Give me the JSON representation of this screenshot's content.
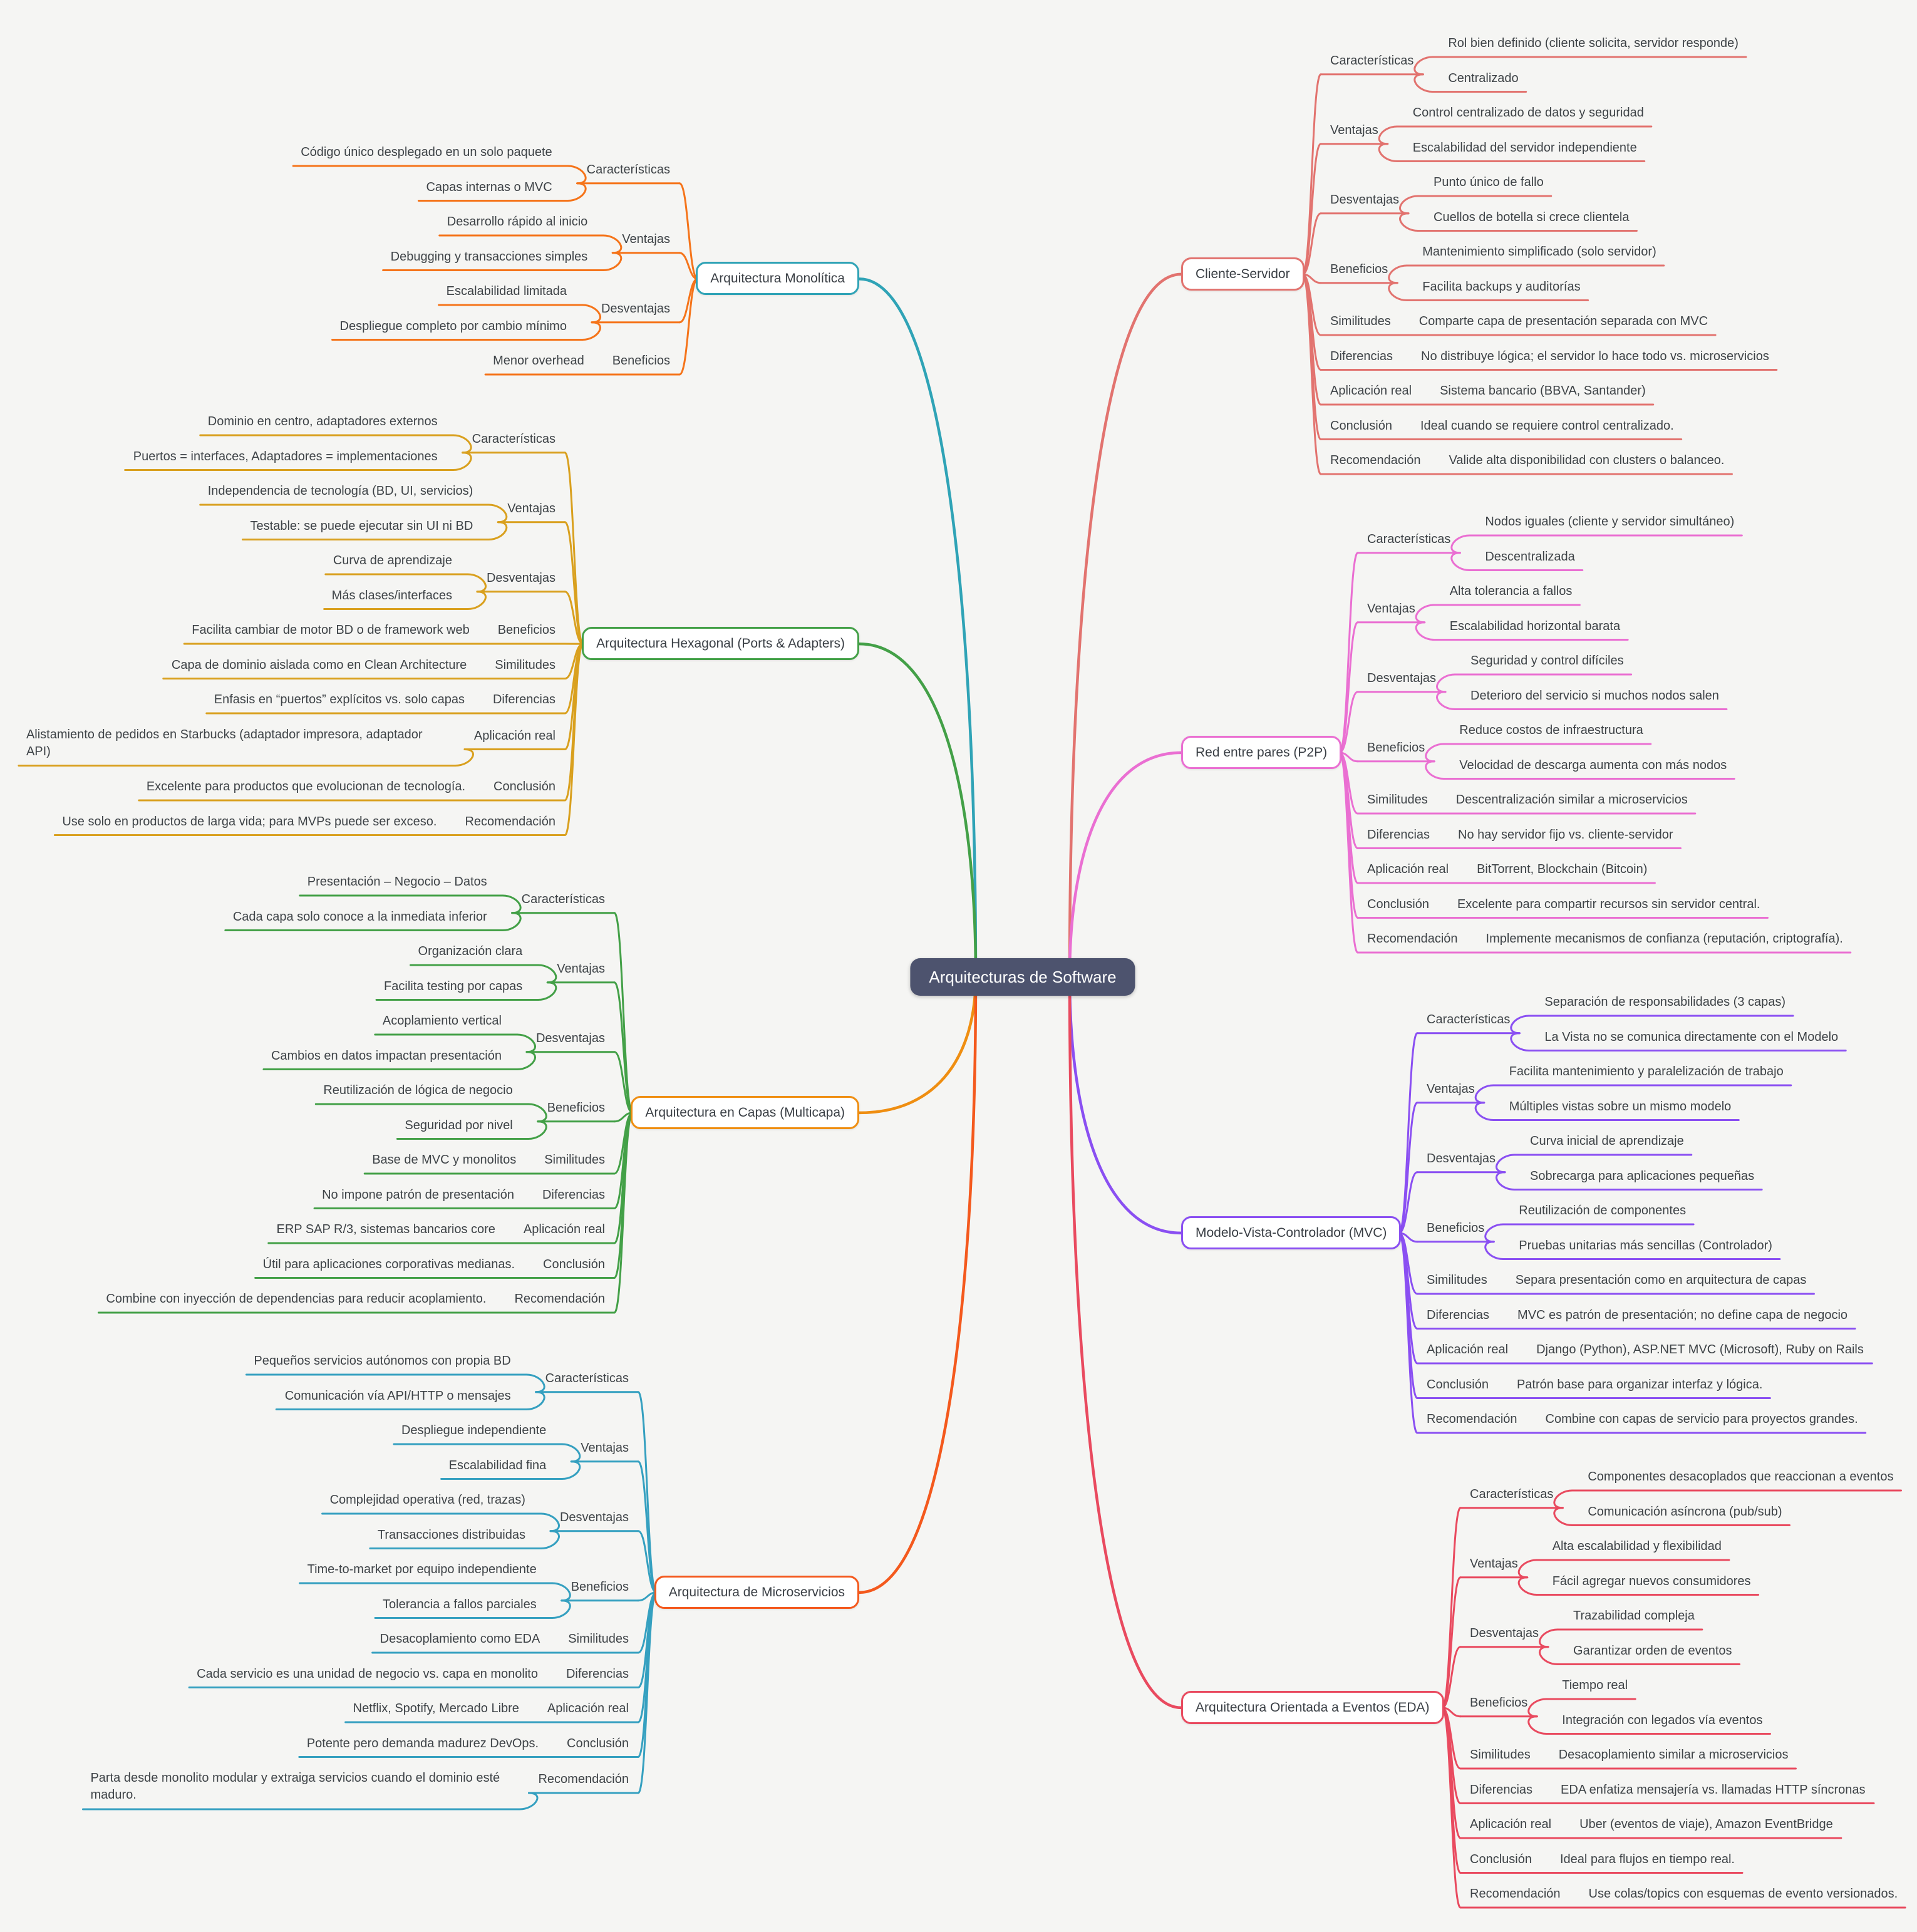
{
  "background_color": "#f5f5f3",
  "center": {
    "label": "Arquitecturas de Software",
    "bg_color": "#4d536e",
    "text_color": "#ffffff"
  },
  "branches": [
    {
      "id": "monolitica",
      "label": "Arquitectura Monolítica",
      "side": "left",
      "color": "#2fa3b6",
      "child_color": "#f5741a",
      "categories": [
        {
          "label": "Características",
          "items": [
            "Código único desplegado en un solo paquete",
            "Capas internas o MVC"
          ]
        },
        {
          "label": "Ventajas",
          "items": [
            "Desarrollo rápido al inicio",
            "Debugging y transacciones simples"
          ]
        },
        {
          "label": "Desventajas",
          "items": [
            "Escalabilidad limitada",
            "Despliegue completo por cambio mínimo"
          ]
        },
        {
          "label": "Beneficios",
          "items": [
            "Menor overhead"
          ]
        }
      ]
    },
    {
      "id": "hexagonal",
      "label": "Arquitectura Hexagonal (Ports & Adapters)",
      "side": "left",
      "color": "#43a047",
      "child_color": "#d9a01e",
      "categories": [
        {
          "label": "Características",
          "items": [
            "Dominio en centro, adaptadores externos",
            "Puertos = interfaces, Adaptadores = implementaciones"
          ]
        },
        {
          "label": "Ventajas",
          "items": [
            "Independencia de tecnología (BD, UI, servicios)",
            "Testable: se puede ejecutar sin UI ni BD"
          ]
        },
        {
          "label": "Desventajas",
          "items": [
            "Curva de aprendizaje",
            "Más clases/interfaces"
          ]
        },
        {
          "label": "Beneficios",
          "items": [
            "Facilita cambiar de motor BD o de framework web"
          ]
        },
        {
          "label": "Similitudes",
          "items": [
            "Capa de dominio aislada como en Clean Architecture"
          ]
        },
        {
          "label": "Diferencias",
          "items": [
            "Enfasis en “puertos” explícitos vs. solo capas"
          ]
        },
        {
          "label": "Aplicación real",
          "items": [
            "Alistamiento de pedidos en Starbucks (adaptador impresora, adaptador API)"
          ]
        },
        {
          "label": "Conclusión",
          "items": [
            "Excelente para productos que evolucionan de tecnología."
          ]
        },
        {
          "label": "Recomendación",
          "items": [
            "Use solo en productos de larga vida; para MVPs puede ser exceso."
          ]
        }
      ]
    },
    {
      "id": "capas",
      "label": "Arquitectura en Capas (Multicapa)",
      "side": "left",
      "color": "#ef8e11",
      "child_color": "#43a047",
      "categories": [
        {
          "label": "Características",
          "items": [
            "Presentación – Negocio – Datos",
            "Cada capa solo conoce a la inmediata inferior"
          ]
        },
        {
          "label": "Ventajas",
          "items": [
            "Organización clara",
            "Facilita testing por capas"
          ]
        },
        {
          "label": "Desventajas",
          "items": [
            "Acoplamiento vertical",
            "Cambios en datos impactan presentación"
          ]
        },
        {
          "label": "Beneficios",
          "items": [
            "Reutilización de lógica de negocio",
            "Seguridad por nivel"
          ]
        },
        {
          "label": "Similitudes",
          "items": [
            "Base de MVC y monolitos"
          ]
        },
        {
          "label": "Diferencias",
          "items": [
            "No impone patrón de presentación"
          ]
        },
        {
          "label": "Aplicación real",
          "items": [
            "ERP SAP R/3, sistemas bancarios core"
          ]
        },
        {
          "label": "Conclusión",
          "items": [
            "Útil para aplicaciones corporativas medianas."
          ]
        },
        {
          "label": "Recomendación",
          "items": [
            "Combine con inyección de dependencias para reducir acoplamiento."
          ]
        }
      ]
    },
    {
      "id": "microservicios",
      "label": "Arquitectura de Microservicios",
      "side": "left",
      "color": "#f4591d",
      "child_color": "#35a0c0",
      "categories": [
        {
          "label": "Características",
          "items": [
            "Pequeños servicios autónomos con propia BD",
            "Comunicación vía API/HTTP o mensajes"
          ]
        },
        {
          "label": "Ventajas",
          "items": [
            "Despliegue independiente",
            "Escalabilidad fina"
          ]
        },
        {
          "label": "Desventajas",
          "items": [
            "Complejidad operativa (red, trazas)",
            "Transacciones distribuidas"
          ]
        },
        {
          "label": "Beneficios",
          "items": [
            "Time-to-market por equipo independiente",
            "Tolerancia a fallos parciales"
          ]
        },
        {
          "label": "Similitudes",
          "items": [
            "Desacoplamiento como EDA"
          ]
        },
        {
          "label": "Diferencias",
          "items": [
            "Cada servicio es una unidad de negocio vs. capa en monolito"
          ]
        },
        {
          "label": "Aplicación real",
          "items": [
            "Netflix, Spotify, Mercado Libre"
          ]
        },
        {
          "label": "Conclusión",
          "items": [
            "Potente pero demanda madurez DevOps."
          ]
        },
        {
          "label": "Recomendación",
          "items": [
            "Parta desde monolito modular y extraiga servicios cuando el dominio esté maduro."
          ]
        }
      ]
    },
    {
      "id": "cliente-servidor",
      "label": "Cliente-Servidor",
      "side": "right",
      "color": "#e2736f",
      "child_color": "#e2736f",
      "categories": [
        {
          "label": "Características",
          "items": [
            "Rol bien definido (cliente solicita, servidor responde)",
            "Centralizado"
          ]
        },
        {
          "label": "Ventajas",
          "items": [
            "Control centralizado de datos y seguridad",
            "Escalabilidad del servidor independiente"
          ]
        },
        {
          "label": "Desventajas",
          "items": [
            "Punto único de fallo",
            "Cuellos de botella si crece clientela"
          ]
        },
        {
          "label": "Beneficios",
          "items": [
            "Mantenimiento simplificado (solo servidor)",
            "Facilita backups y auditorías"
          ]
        },
        {
          "label": "Similitudes",
          "items": [
            "Comparte capa de presentación separada con MVC"
          ]
        },
        {
          "label": "Diferencias",
          "items": [
            "No distribuye lógica; el servidor lo hace todo vs. microservicios"
          ]
        },
        {
          "label": "Aplicación real",
          "items": [
            "Sistema bancario (BBVA, Santander)"
          ]
        },
        {
          "label": "Conclusión",
          "items": [
            "Ideal cuando se requiere control centralizado."
          ]
        },
        {
          "label": "Recomendación",
          "items": [
            "Valide alta disponibilidad con clusters o balanceo."
          ]
        }
      ]
    },
    {
      "id": "p2p",
      "label": "Red entre pares (P2P)",
      "side": "right",
      "color": "#ea6fd2",
      "child_color": "#ea6fd2",
      "categories": [
        {
          "label": "Características",
          "items": [
            "Nodos iguales (cliente y servidor simultáneo)",
            "Descentralizada"
          ]
        },
        {
          "label": "Ventajas",
          "items": [
            "Alta tolerancia a fallos",
            "Escalabilidad horizontal barata"
          ]
        },
        {
          "label": "Desventajas",
          "items": [
            "Seguridad y control difíciles",
            "Deterioro del servicio si muchos nodos salen"
          ]
        },
        {
          "label": "Beneficios",
          "items": [
            "Reduce costos de infraestructura",
            "Velocidad de descarga aumenta con más nodos"
          ]
        },
        {
          "label": "Similitudes",
          "items": [
            "Descentralización similar a microservicios"
          ]
        },
        {
          "label": "Diferencias",
          "items": [
            "No hay servidor fijo vs. cliente-servidor"
          ]
        },
        {
          "label": "Aplicación real",
          "items": [
            "BitTorrent, Blockchain (Bitcoin)"
          ]
        },
        {
          "label": "Conclusión",
          "items": [
            "Excelente para compartir recursos sin servidor central."
          ]
        },
        {
          "label": "Recomendación",
          "items": [
            "Implemente mecanismos de confianza (reputación, criptografía)."
          ]
        }
      ]
    },
    {
      "id": "mvc",
      "label": "Modelo-Vista-Controlador (MVC)",
      "side": "right",
      "color": "#8a4ff2",
      "child_color": "#8a4ff2",
      "categories": [
        {
          "label": "Características",
          "items": [
            "Separación de responsabilidades (3 capas)",
            "La Vista no se comunica directamente con el Modelo"
          ]
        },
        {
          "label": "Ventajas",
          "items": [
            "Facilita mantenimiento y paralelización de trabajo",
            "Múltiples vistas sobre un mismo modelo"
          ]
        },
        {
          "label": "Desventajas",
          "items": [
            "Curva inicial de aprendizaje",
            "Sobrecarga para aplicaciones pequeñas"
          ]
        },
        {
          "label": "Beneficios",
          "items": [
            "Reutilización de componentes",
            "Pruebas unitarias más sencillas (Controlador)"
          ]
        },
        {
          "label": "Similitudes",
          "items": [
            "Separa presentación como en arquitectura de capas"
          ]
        },
        {
          "label": "Diferencias",
          "items": [
            "MVC es patrón de presentación; no define capa de negocio"
          ]
        },
        {
          "label": "Aplicación real",
          "items": [
            "Django (Python), ASP.NET MVC (Microsoft), Ruby on Rails"
          ]
        },
        {
          "label": "Conclusión",
          "items": [
            "Patrón base para organizar interfaz y lógica."
          ]
        },
        {
          "label": "Recomendación",
          "items": [
            "Combine con capas de servicio para proyectos grandes."
          ]
        }
      ]
    },
    {
      "id": "eda",
      "label": "Arquitectura Orientada a Eventos (EDA)",
      "side": "right",
      "color": "#e94a5f",
      "child_color": "#e94a5f",
      "categories": [
        {
          "label": "Características",
          "items": [
            "Componentes desacoplados que reaccionan a eventos",
            "Comunicación asíncrona (pub/sub)"
          ]
        },
        {
          "label": "Ventajas",
          "items": [
            "Alta escalabilidad y flexibilidad",
            "Fácil agregar nuevos consumidores"
          ]
        },
        {
          "label": "Desventajas",
          "items": [
            "Trazabilidad compleja",
            "Garantizar orden de eventos"
          ]
        },
        {
          "label": "Beneficios",
          "items": [
            "Tiempo real",
            "Integración con legados vía eventos"
          ]
        },
        {
          "label": "Similitudes",
          "items": [
            "Desacoplamiento similar a microservicios"
          ]
        },
        {
          "label": "Diferencias",
          "items": [
            "EDA enfatiza mensajería vs. llamadas HTTP síncronas"
          ]
        },
        {
          "label": "Aplicación real",
          "items": [
            "Uber (eventos de viaje), Amazon EventBridge"
          ]
        },
        {
          "label": "Conclusión",
          "items": [
            "Ideal para flujos en tiempo real."
          ]
        },
        {
          "label": "Recomendación",
          "items": [
            "Use colas/topics con esquemas de evento versionados."
          ]
        }
      ]
    }
  ]
}
